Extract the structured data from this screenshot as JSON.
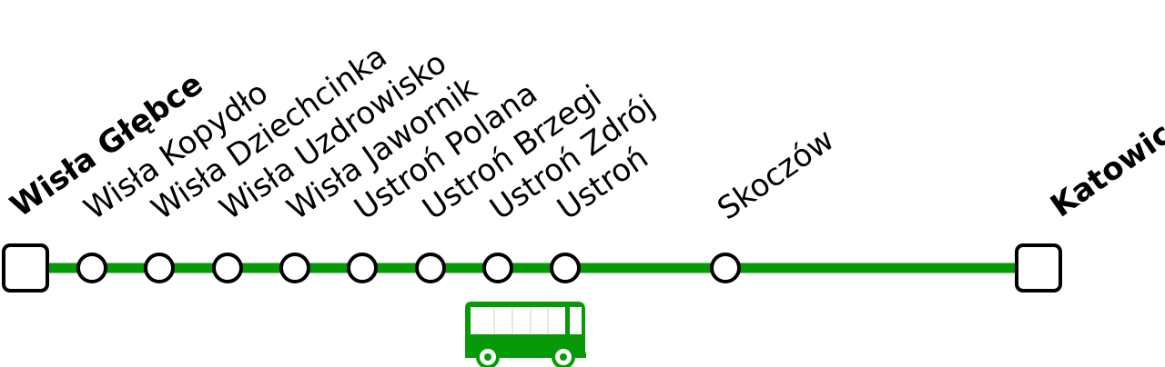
{
  "line": {
    "color": "#079907",
    "stops": [
      {
        "name": "Wisła Głębce",
        "terminus": true
      },
      {
        "name": "Wisła Kopydło",
        "terminus": false
      },
      {
        "name": "Wisła Dziechcinka",
        "terminus": false
      },
      {
        "name": "Wisła Uzdrowisko",
        "terminus": false
      },
      {
        "name": "Wisła Jawornik",
        "terminus": false
      },
      {
        "name": "Ustroń Polana",
        "terminus": false
      },
      {
        "name": "Ustroń Brzegi",
        "terminus": false
      },
      {
        "name": "Ustroń Zdrój",
        "terminus": false
      },
      {
        "name": "Ustroń",
        "terminus": false
      },
      {
        "name": "Skoczów",
        "terminus": false
      },
      {
        "name": "Katowice",
        "terminus": true
      }
    ]
  },
  "vehicle": {
    "icon": "bus-icon",
    "color": "#079907"
  }
}
